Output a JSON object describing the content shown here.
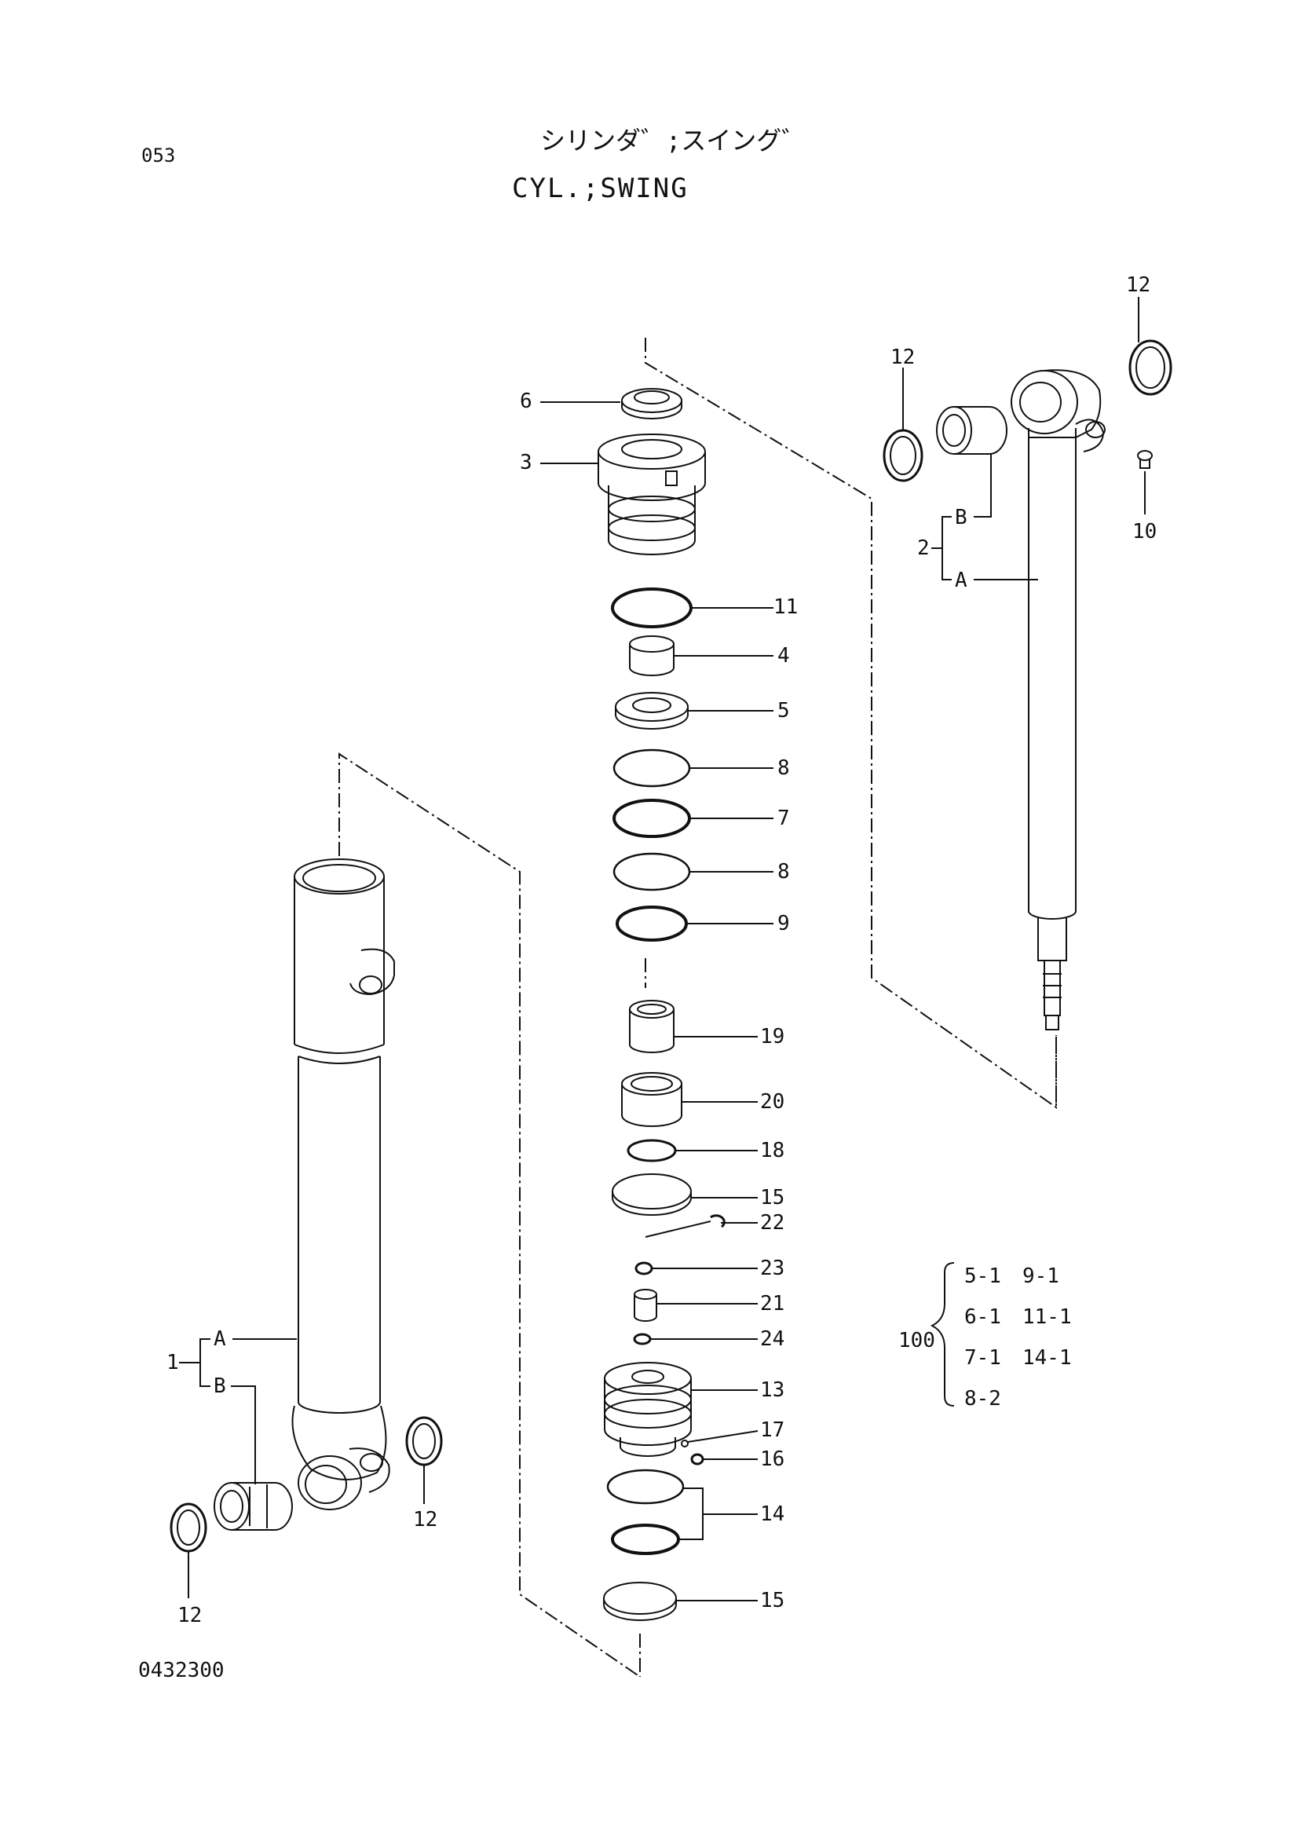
{
  "header": {
    "page_no": "053",
    "title_jp": "シリンダ゛;スイング゛",
    "title_en": "CYL.;SWING"
  },
  "footer": {
    "drawing_no": "0432300"
  },
  "callouts": {
    "c6": "6",
    "c3": "3",
    "c11": "11",
    "c4": "4",
    "c5": "5",
    "c8a": "8",
    "c7": "7",
    "c8b": "8",
    "c9": "9",
    "c19": "19",
    "c20": "20",
    "c18": "18",
    "c15a": "15",
    "c22": "22",
    "c23": "23",
    "c21": "21",
    "c24": "24",
    "c13": "13",
    "c17": "17",
    "c16": "16",
    "c14": "14",
    "c15b": "15",
    "rod_12a": "12",
    "rod_12b": "12",
    "rod_10": "10",
    "rod_2": "2",
    "rod_B": "B",
    "rod_A": "A",
    "tube_1": "1",
    "tube_A": "A",
    "tube_B": "B",
    "tube_12a": "12",
    "tube_12b": "12"
  },
  "kit": {
    "label": "100",
    "items": [
      "5-1",
      "9-1",
      "6-1",
      "11-1",
      "7-1",
      "14-1",
      "8-2"
    ]
  }
}
